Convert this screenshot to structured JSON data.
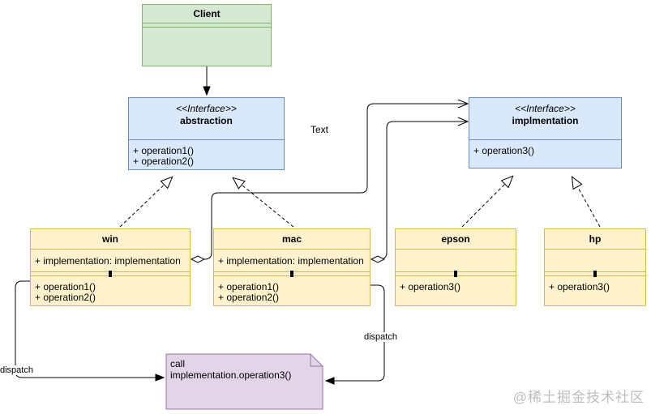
{
  "classes": {
    "client": {
      "title": "Client"
    },
    "abstraction": {
      "stereotype": "<<Interface>>",
      "name": "abstraction",
      "operations": [
        "+ operation1()",
        "+ operation2()"
      ]
    },
    "implementation": {
      "stereotype": "<<Interface>>",
      "name": "implmentation",
      "operations": [
        "+ operation3()"
      ]
    },
    "win": {
      "title": "win",
      "attributes": [
        "+ implementation: implementation"
      ],
      "operations": [
        "+ operation1()",
        "+ operation2()"
      ]
    },
    "mac": {
      "title": "mac",
      "attributes": [
        "+ implementation: implementation"
      ],
      "operations": [
        "+ operation1()",
        "+ operation2()"
      ]
    },
    "epson": {
      "title": "epson",
      "operations": [
        "+ operation3()"
      ]
    },
    "hp": {
      "title": "hp",
      "operations": [
        "+ operation3()"
      ]
    }
  },
  "note": {
    "text": "call implementation.operation3()"
  },
  "labels": {
    "center": "Text",
    "dispatch_left": "dispatch",
    "dispatch_right": "dispatch"
  },
  "watermark": "@稀土掘金技术社区",
  "colors": {
    "class_green_fill": "#d5e8d4",
    "class_green_border": "#82b366",
    "class_blue_fill": "#dae8fc",
    "class_blue_border": "#6c8ebf",
    "class_yellow_fill": "#fff2cc",
    "class_yellow_border": "#d6b656",
    "note_fill": "#e1d5e7",
    "note_border": "#9673a6",
    "edge": "#000000",
    "watermark_color": "#bdbdbd"
  }
}
